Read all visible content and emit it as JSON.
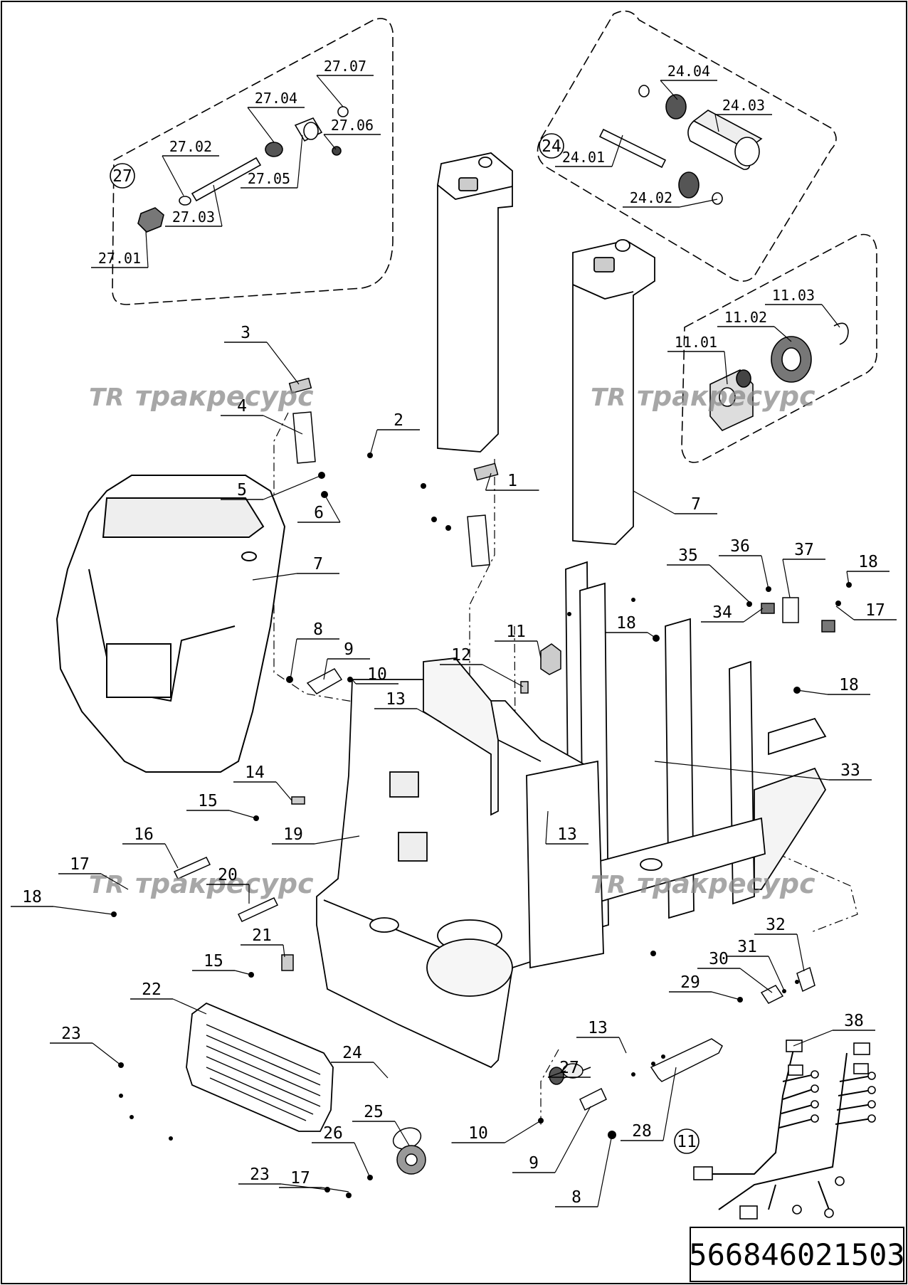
{
  "document": {
    "part_number": "566846021503",
    "watermark_mark": "TR",
    "watermark_text": "тракресурс"
  },
  "callouts": [
    {
      "id": "1",
      "label": "1"
    },
    {
      "id": "2",
      "label": "2"
    },
    {
      "id": "3",
      "label": "3"
    },
    {
      "id": "4",
      "label": "4"
    },
    {
      "id": "5",
      "label": "5"
    },
    {
      "id": "6",
      "label": "6"
    },
    {
      "id": "7a",
      "label": "7"
    },
    {
      "id": "7b",
      "label": "7"
    },
    {
      "id": "8a",
      "label": "8"
    },
    {
      "id": "8b",
      "label": "8"
    },
    {
      "id": "9a",
      "label": "9"
    },
    {
      "id": "9b",
      "label": "9"
    },
    {
      "id": "10a",
      "label": "10"
    },
    {
      "id": "10b",
      "label": "10"
    },
    {
      "id": "11a",
      "label": "11"
    },
    {
      "id": "11b",
      "label": "11"
    },
    {
      "id": "11.01",
      "label": "11.01"
    },
    {
      "id": "11.02",
      "label": "11.02"
    },
    {
      "id": "11.03",
      "label": "11.03"
    },
    {
      "id": "12",
      "label": "12"
    },
    {
      "id": "13a",
      "label": "13"
    },
    {
      "id": "13b",
      "label": "13"
    },
    {
      "id": "13c",
      "label": "13"
    },
    {
      "id": "14",
      "label": "14"
    },
    {
      "id": "15a",
      "label": "15"
    },
    {
      "id": "15b",
      "label": "15"
    },
    {
      "id": "16",
      "label": "16"
    },
    {
      "id": "17a",
      "label": "17"
    },
    {
      "id": "17b",
      "label": "17"
    },
    {
      "id": "17c",
      "label": "17"
    },
    {
      "id": "18a",
      "label": "18"
    },
    {
      "id": "18b",
      "label": "18"
    },
    {
      "id": "18c",
      "label": "18"
    },
    {
      "id": "18d",
      "label": "18"
    },
    {
      "id": "19",
      "label": "19"
    },
    {
      "id": "20",
      "label": "20"
    },
    {
      "id": "21",
      "label": "21"
    },
    {
      "id": "22",
      "label": "22"
    },
    {
      "id": "23a",
      "label": "23"
    },
    {
      "id": "23b",
      "label": "23"
    },
    {
      "id": "24a",
      "label": "24"
    },
    {
      "id": "24b",
      "label": "24"
    },
    {
      "id": "24.01",
      "label": "24.01"
    },
    {
      "id": "24.02",
      "label": "24.02"
    },
    {
      "id": "24.03",
      "label": "24.03"
    },
    {
      "id": "24.04",
      "label": "24.04"
    },
    {
      "id": "25",
      "label": "25"
    },
    {
      "id": "26",
      "label": "26"
    },
    {
      "id": "27a",
      "label": "27"
    },
    {
      "id": "27b",
      "label": "27"
    },
    {
      "id": "27.01",
      "label": "27.01"
    },
    {
      "id": "27.02",
      "label": "27.02"
    },
    {
      "id": "27.03",
      "label": "27.03"
    },
    {
      "id": "27.04",
      "label": "27.04"
    },
    {
      "id": "27.05",
      "label": "27.05"
    },
    {
      "id": "27.06",
      "label": "27.06"
    },
    {
      "id": "27.07",
      "label": "27.07"
    },
    {
      "id": "28",
      "label": "28"
    },
    {
      "id": "29",
      "label": "29"
    },
    {
      "id": "30",
      "label": "30"
    },
    {
      "id": "31",
      "label": "31"
    },
    {
      "id": "32",
      "label": "32"
    },
    {
      "id": "33",
      "label": "33"
    },
    {
      "id": "34",
      "label": "34"
    },
    {
      "id": "35",
      "label": "35"
    },
    {
      "id": "36",
      "label": "36"
    },
    {
      "id": "37",
      "label": "37"
    },
    {
      "id": "38",
      "label": "38"
    }
  ]
}
